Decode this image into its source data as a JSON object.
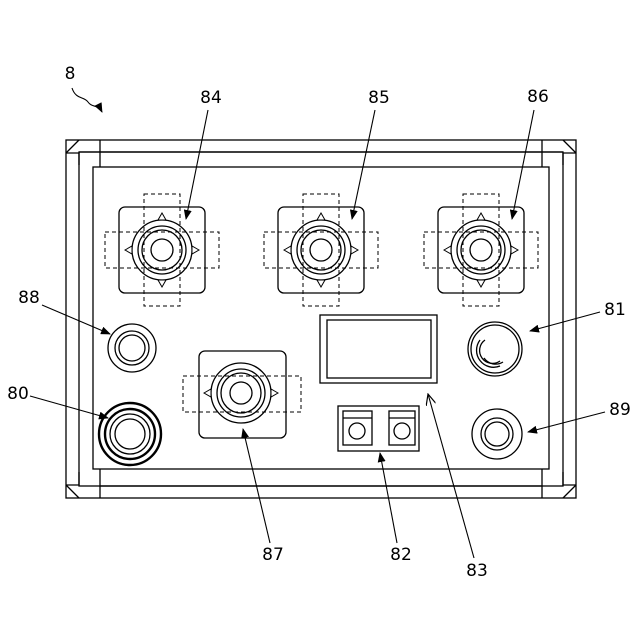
{
  "figure_ref": "8",
  "parts": [
    {
      "id": "80",
      "kind": "round-button-large"
    },
    {
      "id": "81",
      "kind": "emergency-stop-button"
    },
    {
      "id": "82",
      "kind": "dual-switch"
    },
    {
      "id": "83",
      "kind": "display-screen"
    },
    {
      "id": "84",
      "kind": "four-way-joystick"
    },
    {
      "id": "85",
      "kind": "four-way-joystick"
    },
    {
      "id": "86",
      "kind": "four-way-joystick"
    },
    {
      "id": "87",
      "kind": "two-way-joystick"
    },
    {
      "id": "88",
      "kind": "round-button"
    },
    {
      "id": "89",
      "kind": "round-button"
    }
  ]
}
